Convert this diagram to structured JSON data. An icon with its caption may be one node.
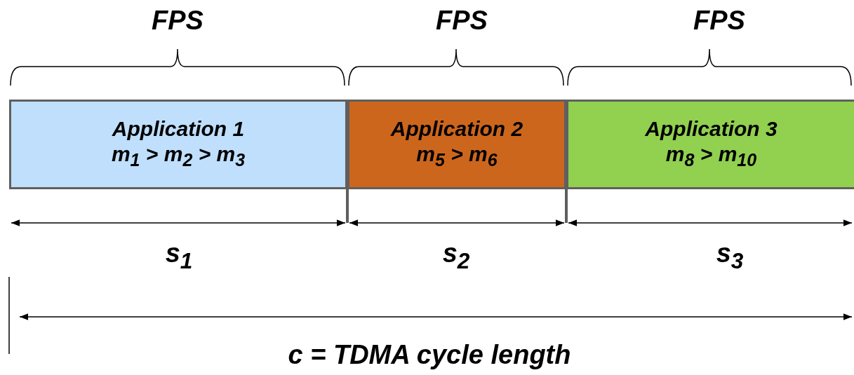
{
  "diagram": {
    "nodes": [
      {
        "text": [
          "Application 1",
          "m$_{1}$ > m$_{2}$ > m$_{3}$"
        ]
      },
      {
        "text": [
          "Application 2",
          "m$_{5}$ > m$_{6}$"
        ]
      },
      {
        "text": [
          "Application 3",
          "m$_{8}$ > m$_{10}$"
        ]
      }
    ],
    "edges": [],
    "labels": [
      "FPS",
      "FPS",
      "FPS",
      "s$_{1}$",
      "s$_{2}$",
      "s$_{3}$",
      "c = TDMA cycle length"
    ]
  }
}
